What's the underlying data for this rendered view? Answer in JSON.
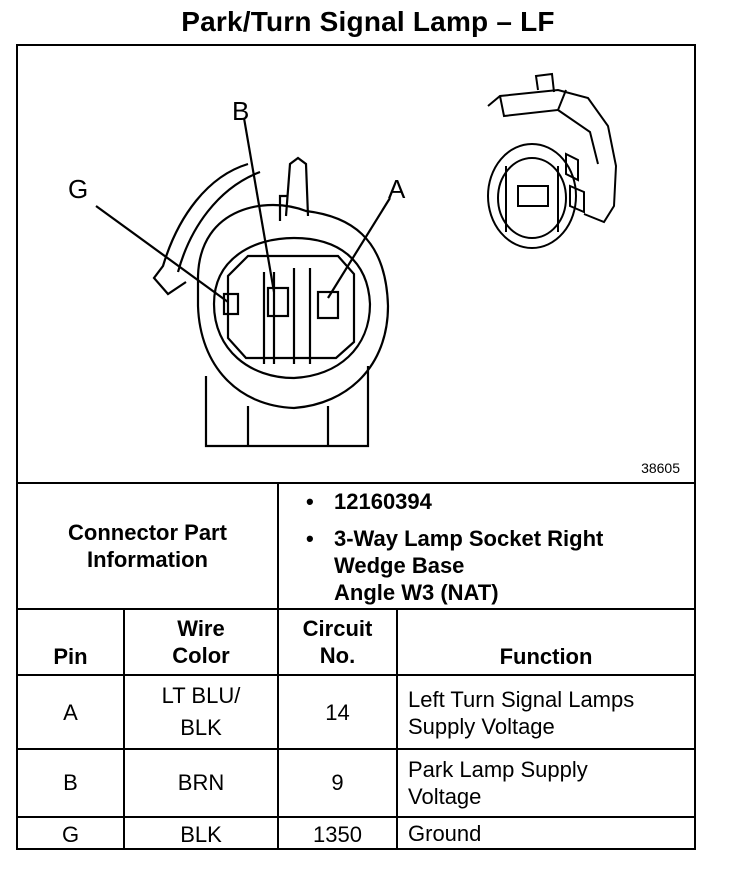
{
  "title": "Park/Turn Signal Lamp – LF",
  "diagram": {
    "figure_id": "38605",
    "pin_labels": {
      "b": "B",
      "g": "G",
      "a": "A"
    }
  },
  "connector_info": {
    "label": "Connector Part\nInformation",
    "items": [
      "12160394",
      "3-Way Lamp Socket Right\nWedge Base\nAngle W3 (NAT)"
    ]
  },
  "table": {
    "headers": {
      "pin": "Pin",
      "wire_color": "Wire\nColor",
      "circuit": "Circuit\nNo.",
      "function": "Function"
    },
    "rows": [
      {
        "pin": "A",
        "wire_color": "LT BLU/\nBLK",
        "circuit": "14",
        "function": "Left Turn Signal Lamps\nSupply Voltage"
      },
      {
        "pin": "B",
        "wire_color": "BRN",
        "circuit": "9",
        "function": "Park Lamp Supply\nVoltage"
      },
      {
        "pin": "G",
        "wire_color": "BLK",
        "circuit": "1350",
        "function": "Ground"
      }
    ]
  }
}
